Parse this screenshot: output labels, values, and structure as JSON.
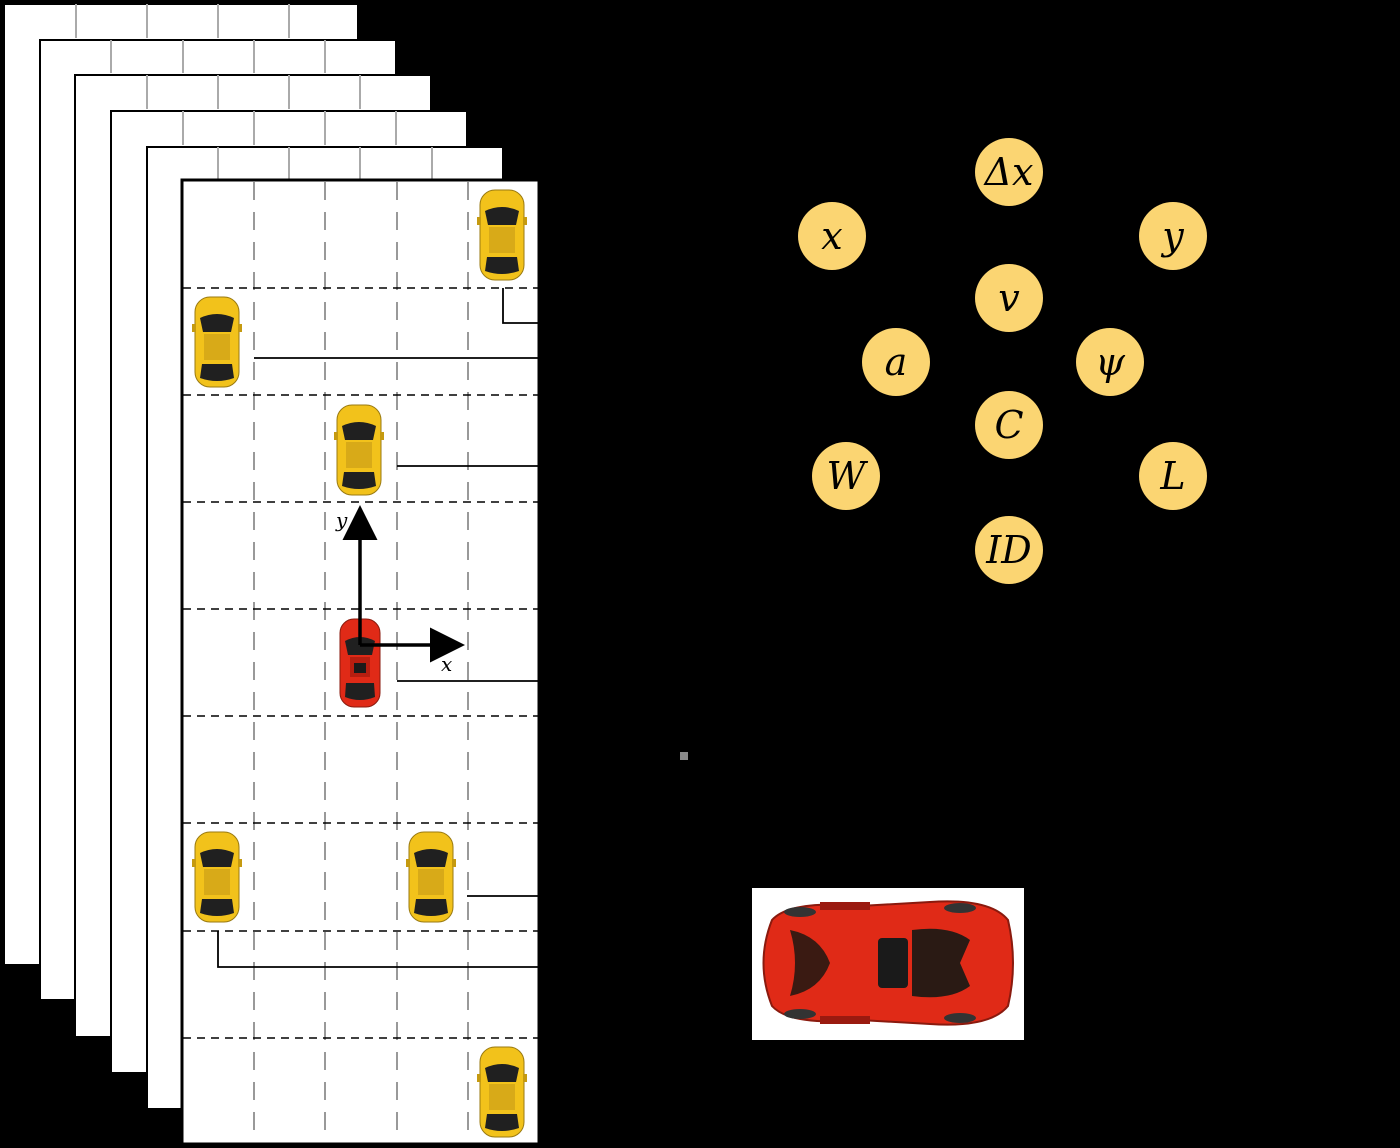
{
  "features": [
    {
      "key": "delta_x",
      "label": "Δx"
    },
    {
      "key": "x",
      "label": "x"
    },
    {
      "key": "y",
      "label": "y"
    },
    {
      "key": "v",
      "label": "v"
    },
    {
      "key": "a",
      "label": "a"
    },
    {
      "key": "psi",
      "label": "ψ"
    },
    {
      "key": "C",
      "label": "C"
    },
    {
      "key": "W",
      "label": "W"
    },
    {
      "key": "L",
      "label": "L"
    },
    {
      "key": "ID",
      "label": "ID"
    }
  ],
  "axes": {
    "x_label": "x",
    "y_label": "y"
  },
  "colors": {
    "background": "#000000",
    "frame": "#ffffff",
    "lane_line": "#999999",
    "node_fill": "#fbd572",
    "ego_car": "#e02a17",
    "other_car": "#f2c21b"
  },
  "icons": [
    "ego-car-icon",
    "yellow-car-icon",
    "red-car-large-icon"
  ]
}
